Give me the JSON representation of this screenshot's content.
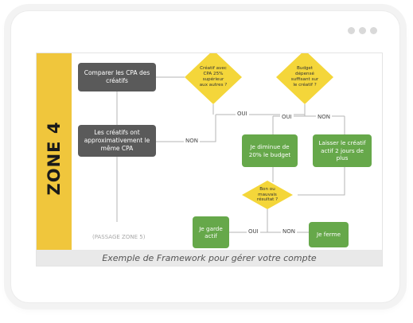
{
  "zone": {
    "label": "ZONE 4"
  },
  "nodes": {
    "compare_cpa": "Comparer les CPA des créatifs",
    "same_cpa": "Les créatifs ont approximativement le même CPA",
    "creative_better": "Créatif avec CPA 25% supérieur aux autres ?",
    "budget_sufficient": "Budget dépensé suffisant sur le créatif ?",
    "decrease_budget": "Je diminue de 20% le budget",
    "let_run": "Laisser le créatif actif 2 jours de plus",
    "result": "Bon ou mauvais résultat ?",
    "keep_active": "Je garde actif",
    "close": "Je ferme"
  },
  "labels": {
    "oui_1": "OUI",
    "non_1": "NON",
    "oui_2": "OUI",
    "non_2": "NON",
    "oui_3": "OUI",
    "non_3": "NON"
  },
  "passage": "(PASSAGE ZONE 5)",
  "caption": "Exemple de Framework pour gérer votre compte",
  "colors": {
    "zone": "#f0c63c",
    "gray_box": "#5a5a5a",
    "green_box": "#66a84a",
    "diamond": "#f4d63a"
  }
}
